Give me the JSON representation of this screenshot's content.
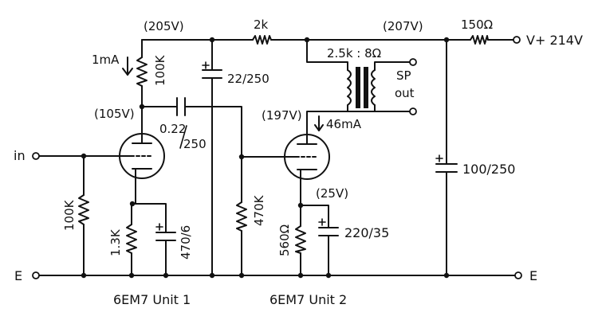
{
  "labels": {
    "v_205": "(205V)",
    "v_207": "(207V)",
    "v_105": "(105V)",
    "v_197": "(197V)",
    "v_25": "(25V)",
    "r_2k": "2k",
    "r_150": "150Ω",
    "v_plus": "V+ 214V",
    "i_1ma": "1mA",
    "r_100k_plate": "100K",
    "c_22_250": "22/250",
    "transformer": "2.5k : 8Ω",
    "sp": "SP",
    "out": "out",
    "c_022_a": "0.22",
    "c_022_b": "250",
    "i_46ma": "46mA",
    "in": "in",
    "c_100_250": "100/250",
    "r_100k_grid": "100K",
    "r_470k": "470K",
    "r_1_3k": "1.3K",
    "c_470_6": "470/6",
    "r_560": "560Ω",
    "c_220_35": "220/35",
    "ground_left": "E",
    "ground_right": "E",
    "unit1": "6EM7 Unit 1",
    "unit2": "6EM7 Unit 2"
  },
  "colors": {
    "ink": "#111111",
    "paper": "#ffffff"
  }
}
